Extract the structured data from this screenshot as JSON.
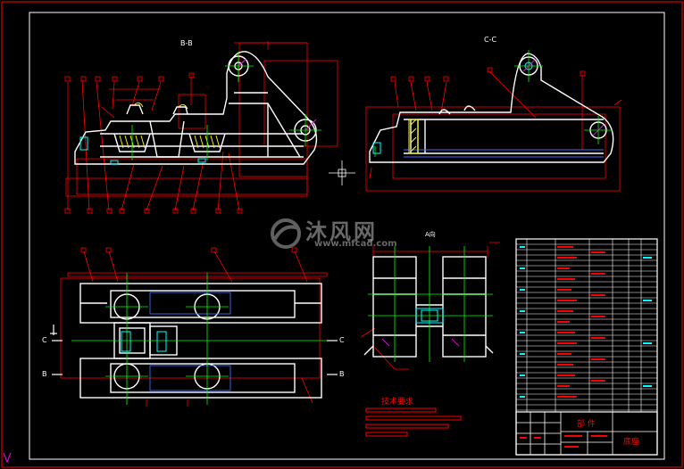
{
  "drawing": {
    "section_bb": "B-B",
    "section_cc": "C-C",
    "view_a": "A向",
    "tech_requirements_title": "技术要求",
    "title_block": {
      "name_header": "部 件",
      "part_name": "底座"
    },
    "cut_markers": {
      "b_left": "B",
      "b_right": "B",
      "c_left": "C",
      "c_right": "C"
    }
  },
  "watermark": {
    "brand_cn": "沐风网",
    "brand_url": "www.mfcad.com"
  },
  "colors": {
    "background": "#000000",
    "outline": "#ffffff",
    "dimension": "#ff0000",
    "centerline": "#00ff00",
    "hidden": "#3b6bff",
    "leader": "#ff00ff",
    "cyan": "#00ffff",
    "yellow": "#ffff00"
  }
}
